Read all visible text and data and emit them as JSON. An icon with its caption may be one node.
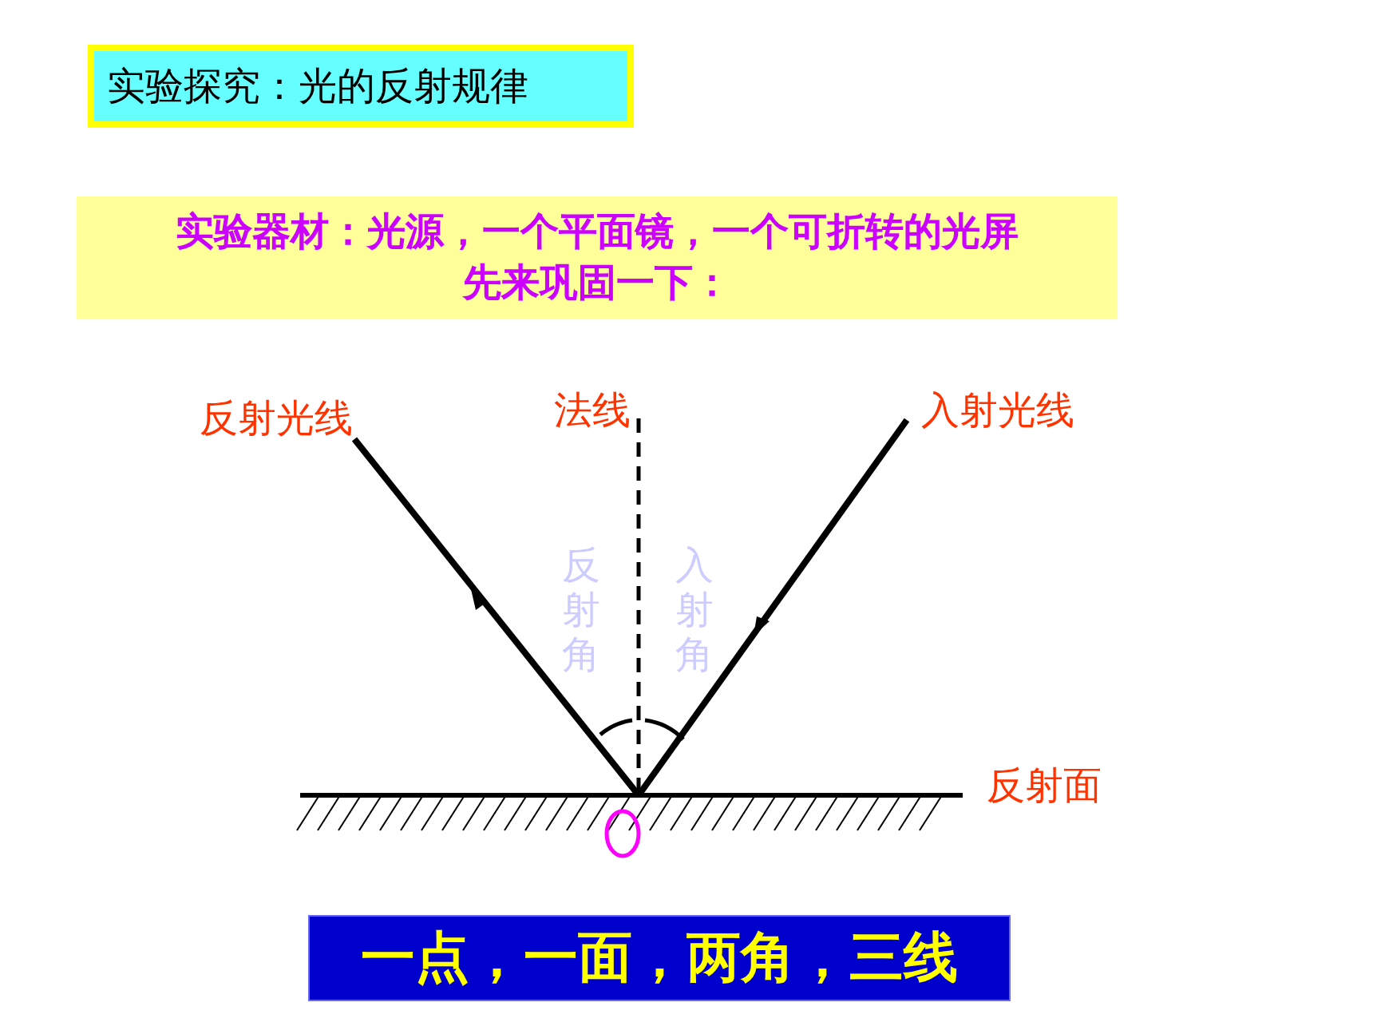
{
  "diagram": {
    "title": "实验探究：光的反射规律",
    "nodes": [
      {
        "text": [
          "实验器材：光源，一个平面镜，一个可折转的光屏",
          "先来巩固一下："
        ]
      },
      {
        "text": [
          "一点，一面，两角，三线"
        ]
      }
    ],
    "labels": [
      "反射光线",
      "法线",
      "入射光线",
      "反射角",
      "入射角",
      "反射面"
    ]
  }
}
